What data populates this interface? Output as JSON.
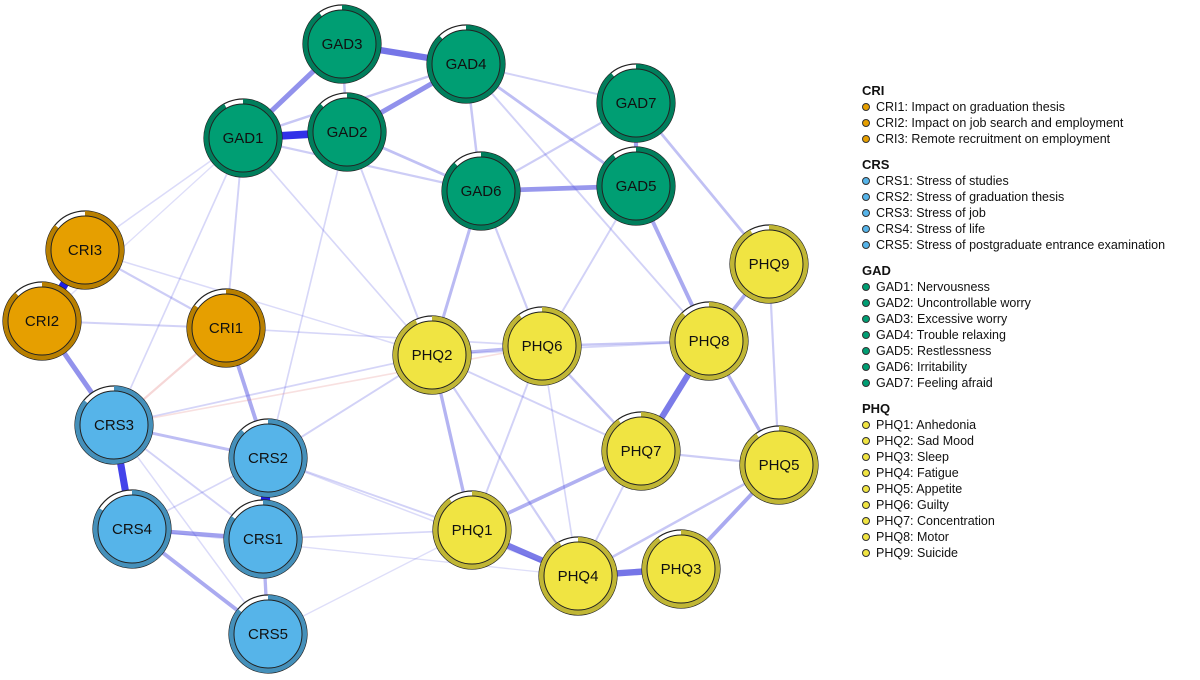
{
  "network": {
    "groups": [
      {
        "id": "CRI",
        "color": "#E69F00"
      },
      {
        "id": "CRS",
        "color": "#56B4E9"
      },
      {
        "id": "GAD",
        "color": "#009E73"
      },
      {
        "id": "PHQ",
        "color": "#F0E442"
      }
    ],
    "nodes": [
      {
        "id": "CRI1",
        "group": "CRI",
        "label": "CRI1",
        "ring": 0.85
      },
      {
        "id": "CRI2",
        "group": "CRI",
        "label": "CRI2",
        "ring": 0.88
      },
      {
        "id": "CRI3",
        "group": "CRI",
        "label": "CRI3",
        "ring": 0.86
      },
      {
        "id": "CRS1",
        "group": "CRS",
        "label": "CRS1",
        "ring": 0.85
      },
      {
        "id": "CRS2",
        "group": "CRS",
        "label": "CRS2",
        "ring": 0.88
      },
      {
        "id": "CRS3",
        "group": "CRS",
        "label": "CRS3",
        "ring": 0.86
      },
      {
        "id": "CRS4",
        "group": "CRS",
        "label": "CRS4",
        "ring": 0.84
      },
      {
        "id": "CRS5",
        "group": "CRS",
        "label": "CRS5",
        "ring": 0.86
      },
      {
        "id": "GAD1",
        "group": "GAD",
        "label": "GAD1",
        "ring": 0.92
      },
      {
        "id": "GAD2",
        "group": "GAD",
        "label": "GAD2",
        "ring": 0.88
      },
      {
        "id": "GAD3",
        "group": "GAD",
        "label": "GAD3",
        "ring": 0.9
      },
      {
        "id": "GAD4",
        "group": "GAD",
        "label": "GAD4",
        "ring": 0.88
      },
      {
        "id": "GAD5",
        "group": "GAD",
        "label": "GAD5",
        "ring": 0.9
      },
      {
        "id": "GAD6",
        "group": "GAD",
        "label": "GAD6",
        "ring": 0.88
      },
      {
        "id": "GAD7",
        "group": "GAD",
        "label": "GAD7",
        "ring": 0.89
      },
      {
        "id": "PHQ1",
        "group": "PHQ",
        "label": "PHQ1",
        "ring": 0.9
      },
      {
        "id": "PHQ2",
        "group": "PHQ",
        "label": "PHQ2",
        "ring": 0.93
      },
      {
        "id": "PHQ3",
        "group": "PHQ",
        "label": "PHQ3",
        "ring": 0.9
      },
      {
        "id": "PHQ4",
        "group": "PHQ",
        "label": "PHQ4",
        "ring": 0.92
      },
      {
        "id": "PHQ5",
        "group": "PHQ",
        "label": "PHQ5",
        "ring": 0.9
      },
      {
        "id": "PHQ6",
        "group": "PHQ",
        "label": "PHQ6",
        "ring": 0.9
      },
      {
        "id": "PHQ7",
        "group": "PHQ",
        "label": "PHQ7",
        "ring": 0.9
      },
      {
        "id": "PHQ8",
        "group": "PHQ",
        "label": "PHQ8",
        "ring": 0.88
      },
      {
        "id": "PHQ9",
        "group": "PHQ",
        "label": "PHQ9",
        "ring": 0.92
      }
    ],
    "edges": [
      {
        "source": "CRI2",
        "target": "CRI3",
        "weight": 0.55,
        "sign": "positive"
      },
      {
        "source": "CRI2",
        "target": "CRS3",
        "weight": 0.3,
        "sign": "positive"
      },
      {
        "source": "CRI1",
        "target": "CRS2",
        "weight": 0.22,
        "sign": "positive"
      },
      {
        "source": "CRI1",
        "target": "CRS3",
        "weight": 0.1,
        "sign": "negative"
      },
      {
        "source": "CRI1",
        "target": "CRI2",
        "weight": 0.08,
        "sign": "positive"
      },
      {
        "source": "CRI1",
        "target": "CRI3",
        "weight": 0.1,
        "sign": "positive"
      },
      {
        "source": "CRS3",
        "target": "CRS4",
        "weight": 0.45,
        "sign": "positive"
      },
      {
        "source": "CRS1",
        "target": "CRS2",
        "weight": 0.6,
        "sign": "positive"
      },
      {
        "source": "CRS1",
        "target": "CRS4",
        "weight": 0.25,
        "sign": "positive"
      },
      {
        "source": "CRS4",
        "target": "CRS5",
        "weight": 0.22,
        "sign": "positive"
      },
      {
        "source": "CRS1",
        "target": "CRS5",
        "weight": 0.18,
        "sign": "positive"
      },
      {
        "source": "CRS2",
        "target": "CRS3",
        "weight": 0.15,
        "sign": "positive"
      },
      {
        "source": "CRS1",
        "target": "CRS3",
        "weight": 0.08,
        "sign": "positive"
      },
      {
        "source": "CRS2",
        "target": "CRS4",
        "weight": 0.06,
        "sign": "positive"
      },
      {
        "source": "CRS3",
        "target": "CRS5",
        "weight": 0.05,
        "sign": "positive"
      },
      {
        "source": "GAD1",
        "target": "GAD2",
        "weight": 0.5,
        "sign": "positive"
      },
      {
        "source": "GAD1",
        "target": "GAD3",
        "weight": 0.3,
        "sign": "positive"
      },
      {
        "source": "GAD3",
        "target": "GAD4",
        "weight": 0.4,
        "sign": "positive"
      },
      {
        "source": "GAD2",
        "target": "GAD4",
        "weight": 0.3,
        "sign": "positive"
      },
      {
        "source": "GAD2",
        "target": "GAD3",
        "weight": 0.12,
        "sign": "positive"
      },
      {
        "source": "GAD1",
        "target": "GAD4",
        "weight": 0.12,
        "sign": "positive"
      },
      {
        "source": "GAD2",
        "target": "GAD6",
        "weight": 0.14,
        "sign": "positive"
      },
      {
        "source": "GAD6",
        "target": "GAD5",
        "weight": 0.28,
        "sign": "positive"
      },
      {
        "source": "GAD7",
        "target": "GAD5",
        "weight": 0.24,
        "sign": "positive"
      },
      {
        "source": "GAD4",
        "target": "GAD5",
        "weight": 0.15,
        "sign": "positive"
      },
      {
        "source": "GAD4",
        "target": "GAD6",
        "weight": 0.12,
        "sign": "positive"
      },
      {
        "source": "GAD4",
        "target": "GAD7",
        "weight": 0.08,
        "sign": "positive"
      },
      {
        "source": "GAD1",
        "target": "GAD6",
        "weight": 0.1,
        "sign": "positive"
      },
      {
        "source": "GAD6",
        "target": "GAD7",
        "weight": 0.1,
        "sign": "positive"
      },
      {
        "source": "GAD5",
        "target": "PHQ8",
        "weight": 0.22,
        "sign": "positive"
      },
      {
        "source": "GAD6",
        "target": "PHQ2",
        "weight": 0.16,
        "sign": "positive"
      },
      {
        "source": "GAD6",
        "target": "PHQ6",
        "weight": 0.1,
        "sign": "positive"
      },
      {
        "source": "GAD7",
        "target": "PHQ9",
        "weight": 0.14,
        "sign": "positive"
      },
      {
        "source": "GAD4",
        "target": "PHQ8",
        "weight": 0.08,
        "sign": "positive"
      },
      {
        "source": "GAD2",
        "target": "PHQ2",
        "weight": 0.08,
        "sign": "positive"
      },
      {
        "source": "GAD5",
        "target": "PHQ6",
        "weight": 0.08,
        "sign": "positive"
      },
      {
        "source": "GAD1",
        "target": "CRS3",
        "weight": 0.06,
        "sign": "positive"
      },
      {
        "source": "GAD1",
        "target": "CRI1",
        "weight": 0.08,
        "sign": "positive"
      },
      {
        "source": "GAD2",
        "target": "CRS2",
        "weight": 0.06,
        "sign": "positive"
      },
      {
        "source": "GAD1",
        "target": "PHQ2",
        "weight": 0.06,
        "sign": "positive"
      },
      {
        "source": "PHQ7",
        "target": "PHQ8",
        "weight": 0.38,
        "sign": "positive"
      },
      {
        "source": "PHQ1",
        "target": "PHQ4",
        "weight": 0.38,
        "sign": "positive"
      },
      {
        "source": "PHQ4",
        "target": "PHQ3",
        "weight": 0.4,
        "sign": "positive"
      },
      {
        "source": "PHQ1",
        "target": "PHQ7",
        "weight": 0.2,
        "sign": "positive"
      },
      {
        "source": "PHQ1",
        "target": "PHQ2",
        "weight": 0.18,
        "sign": "positive"
      },
      {
        "source": "PHQ2",
        "target": "PHQ6",
        "weight": 0.16,
        "sign": "positive"
      },
      {
        "source": "PHQ8",
        "target": "PHQ9",
        "weight": 0.2,
        "sign": "positive"
      },
      {
        "source": "PHQ8",
        "target": "PHQ5",
        "weight": 0.18,
        "sign": "positive"
      },
      {
        "source": "PHQ3",
        "target": "PHQ5",
        "weight": 0.22,
        "sign": "positive"
      },
      {
        "source": "PHQ4",
        "target": "PHQ5",
        "weight": 0.12,
        "sign": "positive"
      },
      {
        "source": "PHQ6",
        "target": "PHQ7",
        "weight": 0.12,
        "sign": "positive"
      },
      {
        "source": "PHQ6",
        "target": "PHQ8",
        "weight": 0.12,
        "sign": "positive"
      },
      {
        "source": "PHQ2",
        "target": "PHQ4",
        "weight": 0.1,
        "sign": "positive"
      },
      {
        "source": "PHQ6",
        "target": "PHQ1",
        "weight": 0.08,
        "sign": "positive"
      },
      {
        "source": "PHQ7",
        "target": "PHQ5",
        "weight": 0.1,
        "sign": "positive"
      },
      {
        "source": "PHQ9",
        "target": "PHQ5",
        "weight": 0.1,
        "sign": "positive"
      },
      {
        "source": "PHQ7",
        "target": "PHQ4",
        "weight": 0.08,
        "sign": "positive"
      },
      {
        "source": "PHQ2",
        "target": "PHQ7",
        "weight": 0.08,
        "sign": "positive"
      },
      {
        "source": "PHQ6",
        "target": "PHQ4",
        "weight": 0.06,
        "sign": "positive"
      },
      {
        "source": "PHQ2",
        "target": "PHQ8",
        "weight": 0.07,
        "sign": "positive"
      },
      {
        "source": "PHQ2",
        "target": "CRS2",
        "weight": 0.08,
        "sign": "positive"
      },
      {
        "source": "PHQ2",
        "target": "CRS3",
        "weight": 0.07,
        "sign": "positive"
      },
      {
        "source": "PHQ1",
        "target": "CRS2",
        "weight": 0.08,
        "sign": "positive"
      },
      {
        "source": "PHQ1",
        "target": "CRS1",
        "weight": 0.06,
        "sign": "positive"
      },
      {
        "source": "CRI1",
        "target": "PHQ6",
        "weight": 0.06,
        "sign": "positive"
      },
      {
        "source": "CRS3",
        "target": "PHQ6",
        "weight": 0.06,
        "sign": "negative"
      },
      {
        "source": "CRS2",
        "target": "PHQ4",
        "weight": 0.05,
        "sign": "positive"
      },
      {
        "source": "CRI3",
        "target": "PHQ2",
        "weight": 0.05,
        "sign": "positive"
      },
      {
        "source": "CRS4",
        "target": "PHQ4",
        "weight": 0.04,
        "sign": "positive"
      },
      {
        "source": "CRS5",
        "target": "PHQ1",
        "weight": 0.04,
        "sign": "positive"
      },
      {
        "source": "CRI3",
        "target": "GAD1",
        "weight": 0.05,
        "sign": "positive"
      },
      {
        "source": "CRI2",
        "target": "GAD1",
        "weight": 0.04,
        "sign": "positive"
      }
    ]
  },
  "legend": {
    "groups": [
      {
        "title": "CRI",
        "color": "#E69F00",
        "items": [
          "CRI1: Impact on graduation thesis",
          "CRI2: Impact on job search and employment",
          "CRI3: Remote recruitment on employment"
        ]
      },
      {
        "title": "CRS",
        "color": "#56B4E9",
        "items": [
          "CRS1: Stress of studies",
          "CRS2: Stress of graduation thesis",
          "CRS3: Stress of job",
          "CRS4: Stress of life",
          "CRS5: Stress of postgraduate entrance examination"
        ]
      },
      {
        "title": "GAD",
        "color": "#009E73",
        "items": [
          "GAD1: Nervousness",
          "GAD2: Uncontrollable worry",
          "GAD3: Excessive worry",
          "GAD4: Trouble relaxing",
          "GAD5: Restlessness",
          "GAD6: Irritability",
          "GAD7: Feeling afraid"
        ]
      },
      {
        "title": "PHQ",
        "color": "#F0E442",
        "items": [
          "PHQ1: Anhedonia",
          "PHQ2: Sad Mood",
          "PHQ3: Sleep",
          "PHQ4: Fatigue",
          "PHQ5: Appetite",
          "PHQ6: Guilty",
          "PHQ7: Concentration",
          "PHQ8: Motor",
          "PHQ9: Suicide"
        ]
      }
    ]
  }
}
